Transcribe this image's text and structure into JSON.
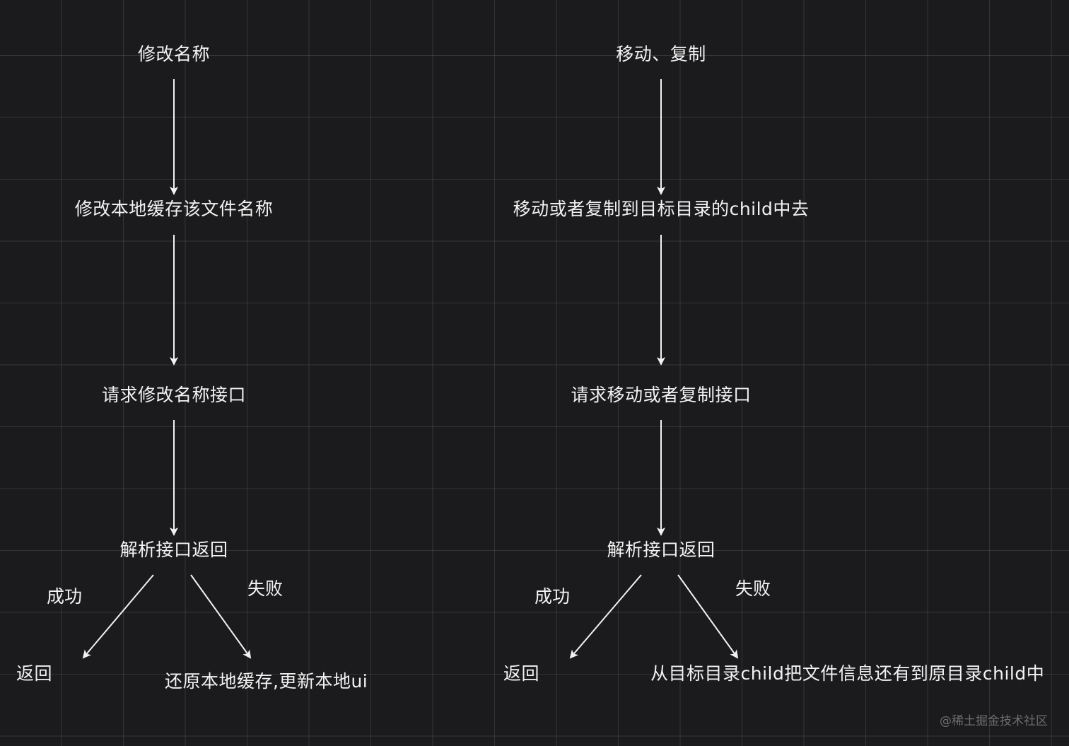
{
  "left_flow": {
    "step1": "修改名称",
    "step2": "修改本地缓存该文件名称",
    "step3": "请求修改名称接口",
    "step4": "解析接口返回",
    "success_label": "成功",
    "fail_label": "失败",
    "success_result": "返回",
    "fail_result": "还原本地缓存,更新本地ui"
  },
  "right_flow": {
    "step1": "移动、复制",
    "step2": "移动或者复制到目标目录的child中去",
    "step3": "请求移动或者复制接口",
    "step4": "解析接口返回",
    "success_label": "成功",
    "fail_label": "失败",
    "success_result": "返回",
    "fail_result": "从目标目录child把文件信息还有到原目录child中"
  },
  "watermark": "@稀土掘金技术社区",
  "colors": {
    "background": "#1b1b1d",
    "grid": "#3a3a3d",
    "text": "#f2f2f2",
    "arrow": "#f2f2f2",
    "watermark": "#6e6e72"
  }
}
